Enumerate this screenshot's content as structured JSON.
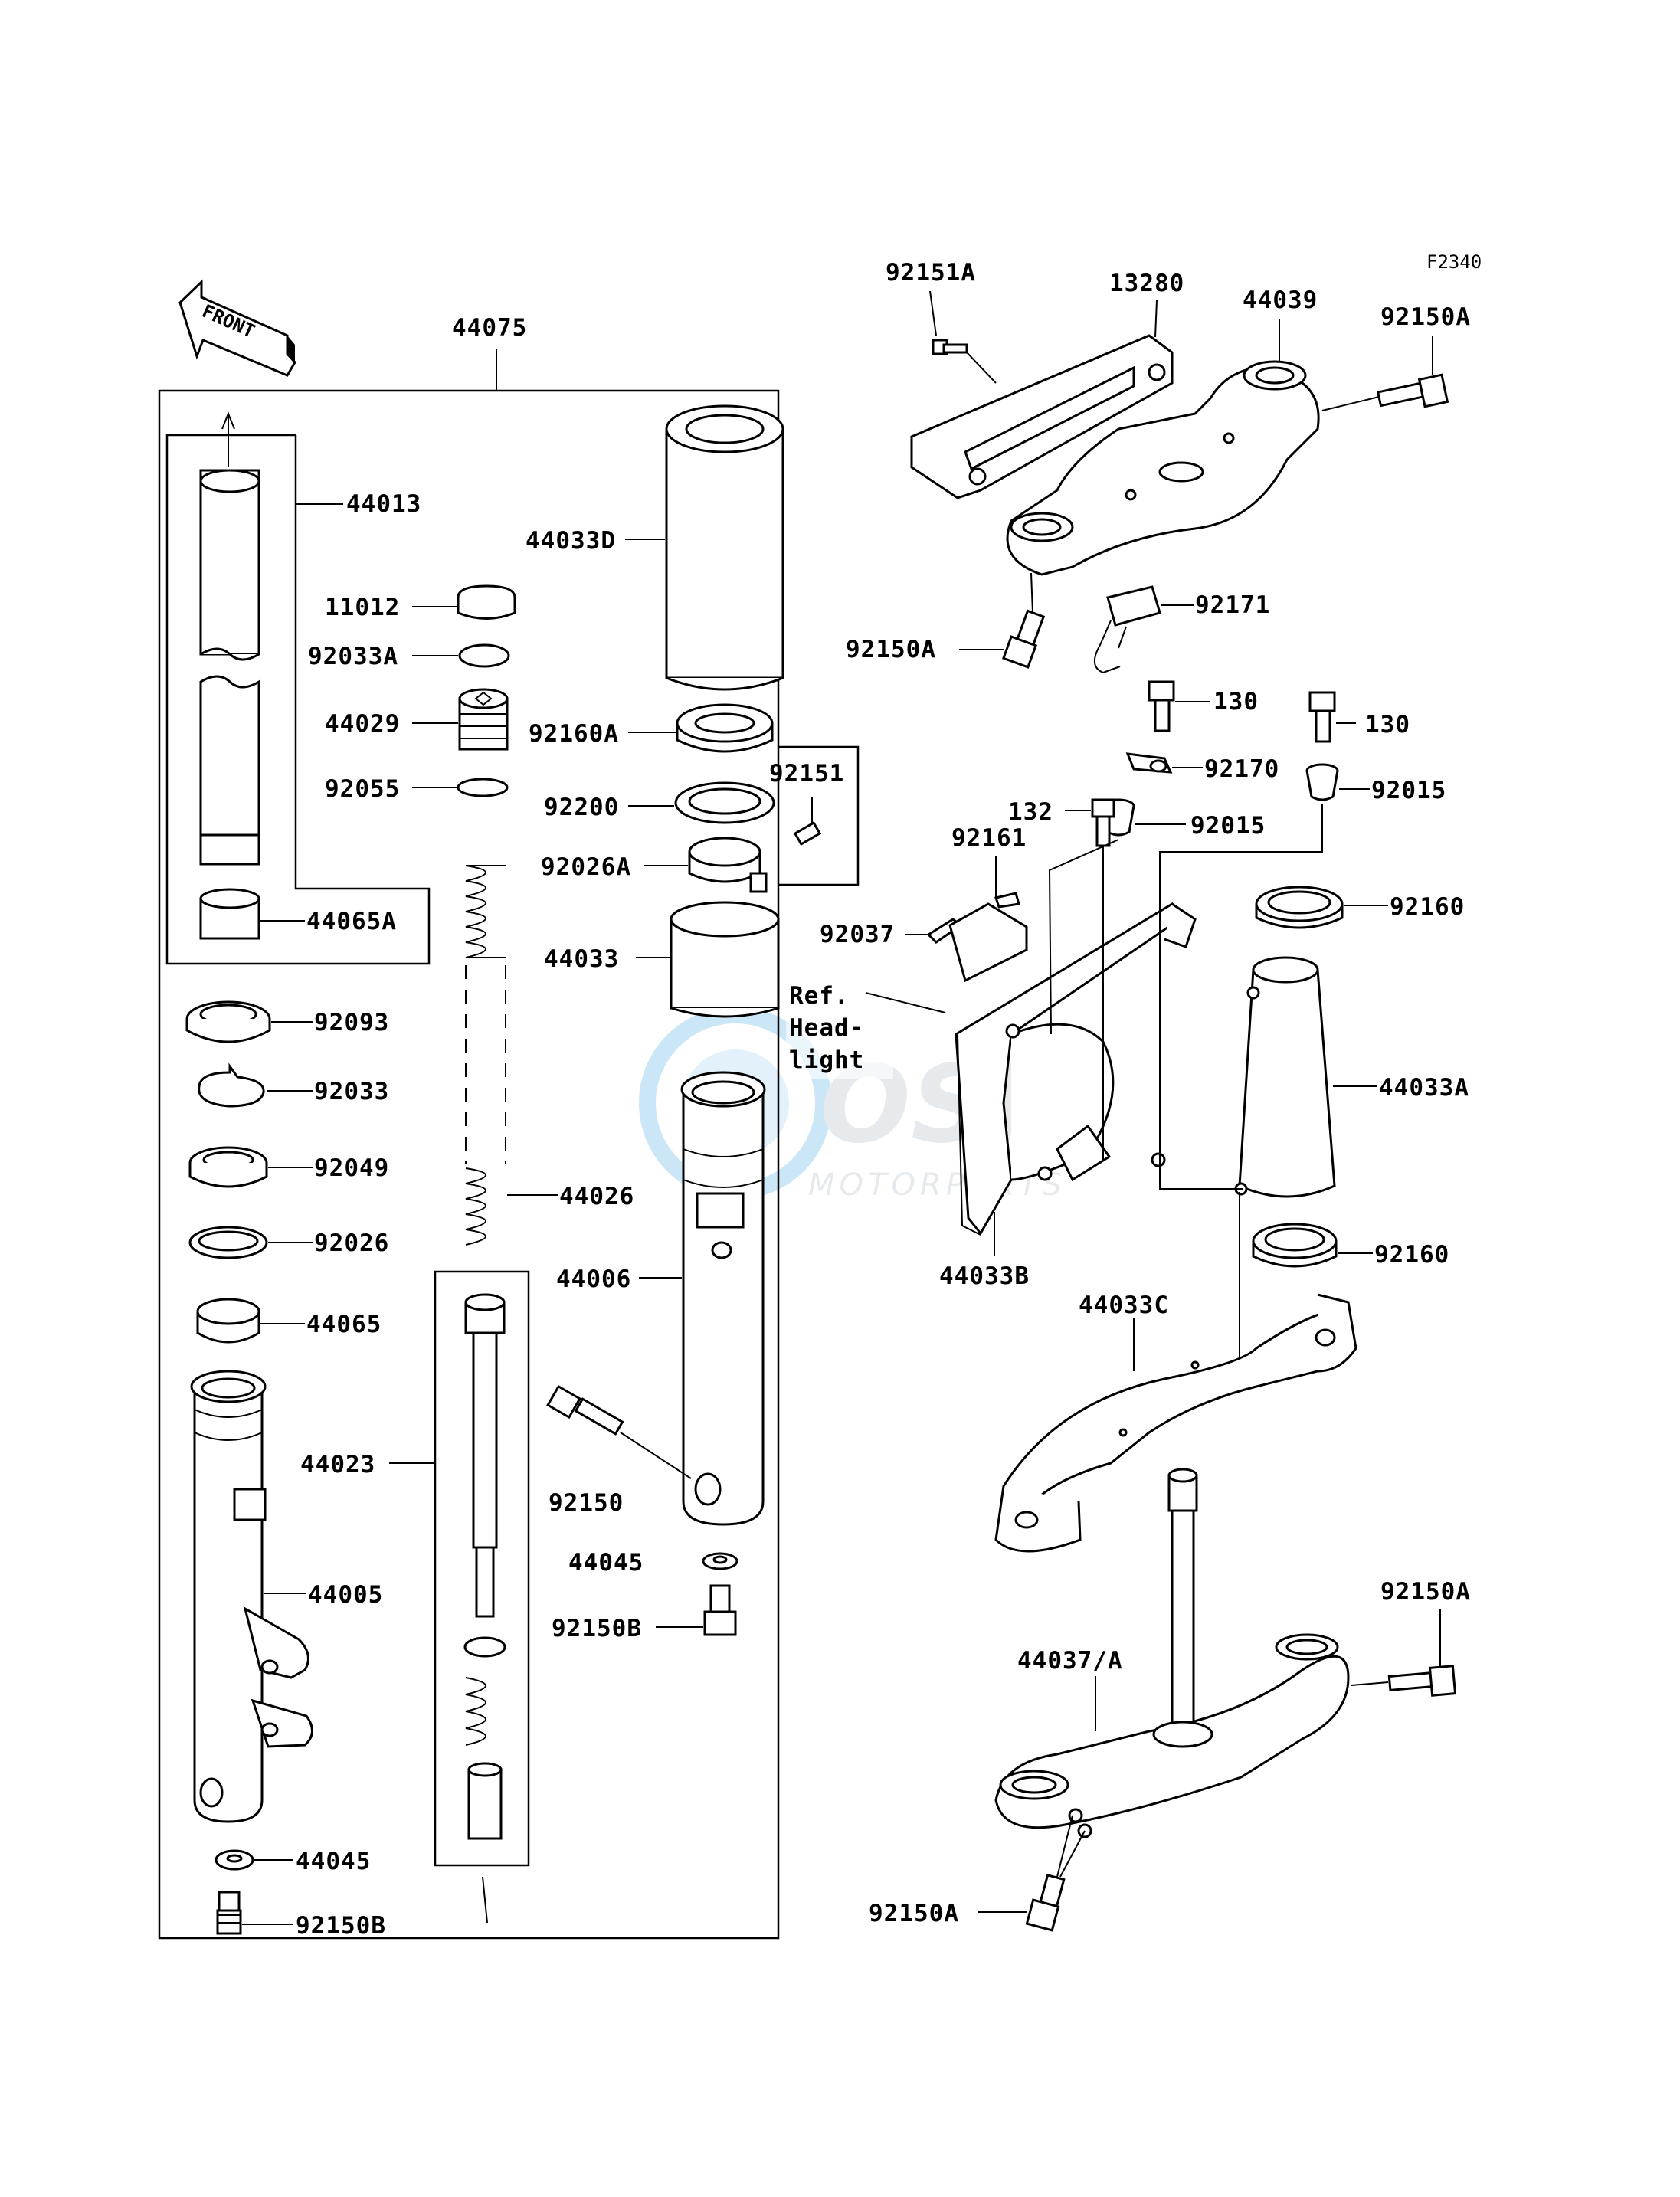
{
  "figure_code": "F2340",
  "front_arrow_label": "FRONT",
  "reference_note": [
    "Ref.",
    "Head-",
    "light"
  ],
  "watermark": {
    "brand": "OSM",
    "sub": "MOTORPARTS"
  },
  "labels": {
    "p44075": "44075",
    "p44013": "44013",
    "p11012": "11012",
    "p92033A": "92033A",
    "p44029": "44029",
    "p92055": "92055",
    "p44065A": "44065A",
    "p92093": "92093",
    "p92033": "92033",
    "p92049": "92049",
    "p92026": "92026",
    "p44065": "44065",
    "p44023": "44023",
    "p44005": "44005",
    "p44045_left": "44045",
    "p92150B_left": "92150B",
    "p44033D": "44033D",
    "p92160A": "92160A",
    "p92200": "92200",
    "p92151": "92151",
    "p92026A": "92026A",
    "p44033": "44033",
    "p44026": "44026",
    "p44006": "44006",
    "p92150": "92150",
    "p44045_mid": "44045",
    "p92150B_mid": "92150B",
    "p92151A": "92151A",
    "p13280": "13280",
    "p44039": "44039",
    "p92150A_top": "92150A",
    "p92171": "92171",
    "p92150A_upleft": "92150A",
    "p130_a": "130",
    "p130_b": "130",
    "p92170": "92170",
    "p132": "132",
    "p92015_a": "92015",
    "p92015_b": "92015",
    "p92161": "92161",
    "p92037": "92037",
    "p92160_top": "92160",
    "p44033A": "44033A",
    "p44033B": "44033B",
    "p92160_bot": "92160",
    "p44033C": "44033C",
    "p44037A": "44037/A",
    "p92150A_right": "92150A",
    "p92150A_bottom": "92150A"
  },
  "colors": {
    "line": "#000000",
    "watermark_blue": "#8cc8ee",
    "watermark_grey": "#c8d2d8"
  }
}
